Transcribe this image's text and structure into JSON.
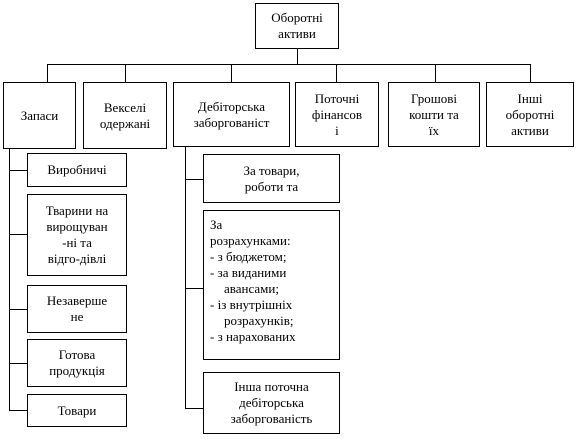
{
  "root": {
    "label": "Оборотні\nактиви"
  },
  "categories": [
    {
      "label": "Запаси"
    },
    {
      "label": "Векселі\nодержані"
    },
    {
      "label": "Дебіторська\nзаборгованіст"
    },
    {
      "label": "Поточні\nфінансов\nі"
    },
    {
      "label": "Грошові\nкошти та\nїх"
    },
    {
      "label": "Інші\nоборотні\nактиви"
    }
  ],
  "inventory": [
    {
      "label": "Виробничі"
    },
    {
      "label": "Тварини на\nвирощуван\n-ні та\nвідго-дівлі"
    },
    {
      "label": "Незаверше\nне"
    },
    {
      "label": "Готова\nпродукція"
    },
    {
      "label": "Товари"
    }
  ],
  "receivables": {
    "goods": {
      "label": "За товари,\nроботи та"
    },
    "settlements": {
      "title": "За\nрозрахунками:",
      "items": [
        "-  з бюджетом;",
        "-  за виданими\n   авансами;",
        "-  із внутрішніх\n   розрахунків;",
        "-  з нарахованих"
      ]
    },
    "other": {
      "label": "Інша поточна\nдебіторська\nзаборгованість"
    }
  }
}
